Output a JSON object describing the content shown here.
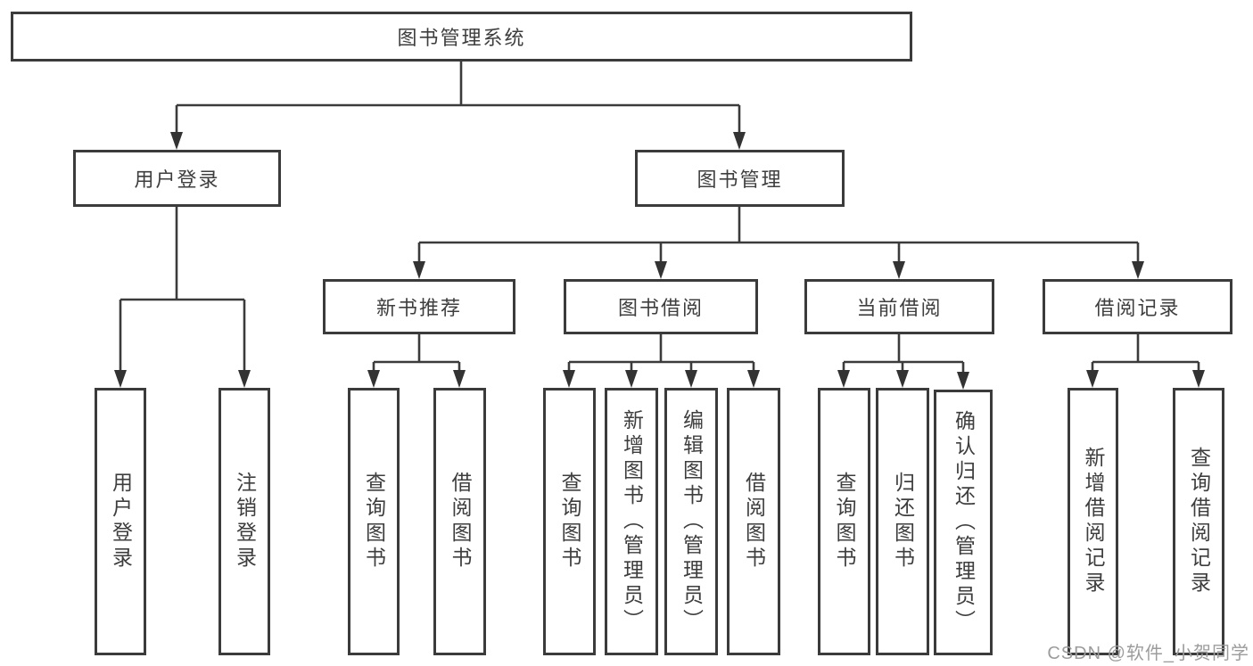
{
  "colors": {
    "background": "#ffffff",
    "line": "#3b3b3b",
    "box_border": "#3b3b3b",
    "text": "#3e3e3e",
    "watermark": "#9c9c9c"
  },
  "diagram": {
    "type": "hierarchy-tree",
    "root": {
      "label": "图书管理系统"
    },
    "branches": [
      {
        "label": "用户登录",
        "children": [
          {
            "label": "用户登录"
          },
          {
            "label": "注销登录"
          }
        ]
      },
      {
        "label": "图书管理",
        "children": [
          {
            "label": "新书推荐",
            "children": [
              {
                "label": "查询图书"
              },
              {
                "label": "借阅图书"
              }
            ]
          },
          {
            "label": "图书借阅",
            "children": [
              {
                "label": "查询图书"
              },
              {
                "label": "新增图书（管理员）"
              },
              {
                "label": "编辑图书（管理员）"
              },
              {
                "label": "借阅图书"
              }
            ]
          },
          {
            "label": "当前借阅",
            "children": [
              {
                "label": "查询图书"
              },
              {
                "label": "归还图书"
              },
              {
                "label": "确认归还（管理员）"
              }
            ]
          },
          {
            "label": "借阅记录",
            "children": [
              {
                "label": "新增借阅记录"
              },
              {
                "label": "查询借阅记录"
              }
            ]
          }
        ]
      }
    ]
  },
  "watermark": {
    "text": "CSDN @软件_小贺同学"
  }
}
